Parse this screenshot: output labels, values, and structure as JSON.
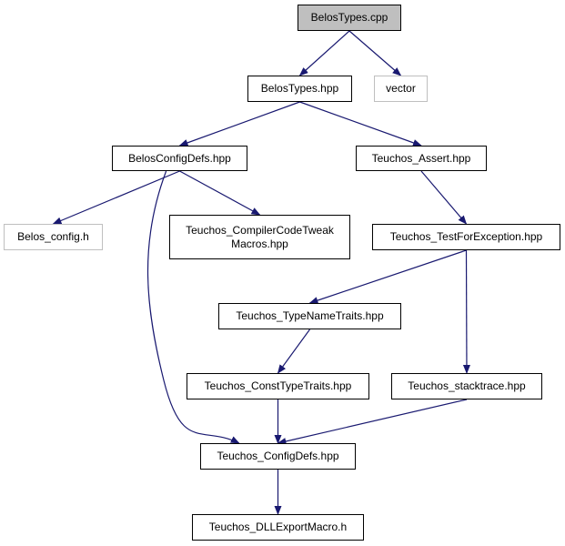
{
  "colors": {
    "edge": "#191970",
    "node_border": "#000000",
    "external_border": "#bfbfbf",
    "root_fill": "#bfbfbf"
  },
  "nodes": {
    "belos_types_cpp": "BelosTypes.cpp",
    "belos_types_hpp": "BelosTypes.hpp",
    "vector": "vector",
    "belos_config_defs_hpp": "BelosConfigDefs.hpp",
    "teuchos_assert_hpp": "Teuchos_Assert.hpp",
    "belos_config_h": "Belos_config.h",
    "teuchos_compiler_code_tweak_macros_hpp": "Teuchos_CompilerCodeTweak\nMacros.hpp",
    "teuchos_test_for_exception_hpp": "Teuchos_TestForException.hpp",
    "teuchos_type_name_traits_hpp": "Teuchos_TypeNameTraits.hpp",
    "teuchos_const_type_traits_hpp": "Teuchos_ConstTypeTraits.hpp",
    "teuchos_stacktrace_hpp": "Teuchos_stacktrace.hpp",
    "teuchos_config_defs_hpp": "Teuchos_ConfigDefs.hpp",
    "teuchos_dll_export_macro_h": "Teuchos_DLLExportMacro.h"
  },
  "edges": [
    [
      "belos_types_cpp",
      "belos_types_hpp"
    ],
    [
      "belos_types_cpp",
      "vector"
    ],
    [
      "belos_types_hpp",
      "belos_config_defs_hpp"
    ],
    [
      "belos_types_hpp",
      "teuchos_assert_hpp"
    ],
    [
      "belos_config_defs_hpp",
      "belos_config_h"
    ],
    [
      "belos_config_defs_hpp",
      "teuchos_compiler_code_tweak_macros_hpp"
    ],
    [
      "belos_config_defs_hpp",
      "teuchos_config_defs_hpp"
    ],
    [
      "teuchos_assert_hpp",
      "teuchos_test_for_exception_hpp"
    ],
    [
      "teuchos_test_for_exception_hpp",
      "teuchos_type_name_traits_hpp"
    ],
    [
      "teuchos_test_for_exception_hpp",
      "teuchos_stacktrace_hpp"
    ],
    [
      "teuchos_type_name_traits_hpp",
      "teuchos_const_type_traits_hpp"
    ],
    [
      "teuchos_const_type_traits_hpp",
      "teuchos_config_defs_hpp"
    ],
    [
      "teuchos_stacktrace_hpp",
      "teuchos_config_defs_hpp"
    ],
    [
      "teuchos_config_defs_hpp",
      "teuchos_dll_export_macro_h"
    ]
  ]
}
